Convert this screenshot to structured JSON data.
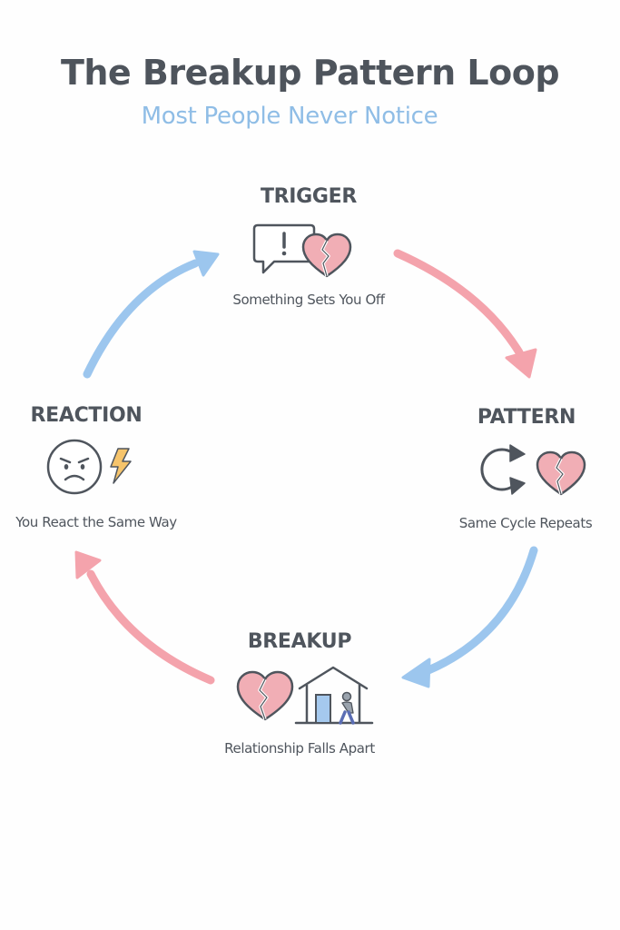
{
  "header": {
    "title": "The Breakup Pattern Loop",
    "subtitle": "Most People Never Notice"
  },
  "colors": {
    "title": "#4e545c",
    "subtitle": "#8fbde6",
    "arrow_pink": "#f4a3ac",
    "arrow_blue": "#9cc6ee",
    "heart_fill": "#f1aeb5",
    "icon_stroke": "#4f555d",
    "bolt_fill": "#f6c46b",
    "door_fill": "#a5c9ee"
  },
  "nodes": {
    "trigger": {
      "title": "TRIGGER",
      "description": "Something Sets You Off",
      "icons": [
        "alert-speech-bubble-icon",
        "broken-heart-icon"
      ]
    },
    "pattern": {
      "title": "PATTERN",
      "description": "Same Cycle Repeats",
      "icons": [
        "cycle-arrows-icon",
        "broken-heart-icon"
      ]
    },
    "breakup": {
      "title": "BREAKUP",
      "description": "Relationship Falls Apart",
      "icons": [
        "broken-heart-icon",
        "house-person-leaving-icon"
      ]
    },
    "reaction": {
      "title": "REACTION",
      "description": "You React the Same Way",
      "icons": [
        "angry-face-icon",
        "lightning-bolt-icon"
      ]
    }
  },
  "arrows": [
    {
      "from": "trigger",
      "to": "pattern",
      "color": "pink"
    },
    {
      "from": "pattern",
      "to": "breakup",
      "color": "blue"
    },
    {
      "from": "breakup",
      "to": "reaction",
      "color": "pink"
    },
    {
      "from": "reaction",
      "to": "trigger",
      "color": "blue"
    }
  ]
}
